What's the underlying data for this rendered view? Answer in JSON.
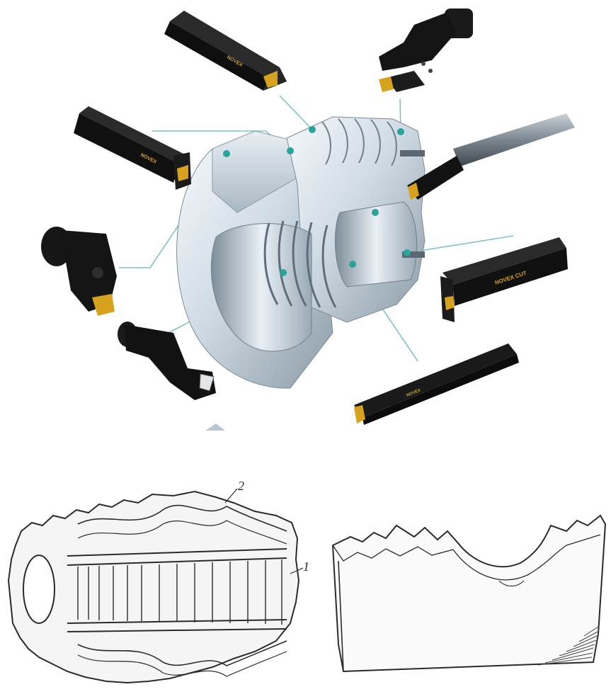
{
  "figure": {
    "top_panel": "photo",
    "bottom_panel": "sketches"
  },
  "tool_labels": {
    "holder_top": "NOVEX",
    "holder_left": "NOVEX",
    "grooving_tool": "NOVEX CUT",
    "boring_bar_long": "NOVEX"
  },
  "sketch_labels": {
    "label_2": "2",
    "label_1": "1"
  },
  "colors": {
    "tool_body": "#141414",
    "insert_gold": "#d7a21e",
    "steel_light": "#e9f0f5",
    "steel_mid": "#b8c7d2",
    "steel_dark": "#6f7f8c",
    "leader_line": "#7fc2c6",
    "marker_dot": "#2aa39a",
    "sketch_ink": "#2b2b2b"
  }
}
